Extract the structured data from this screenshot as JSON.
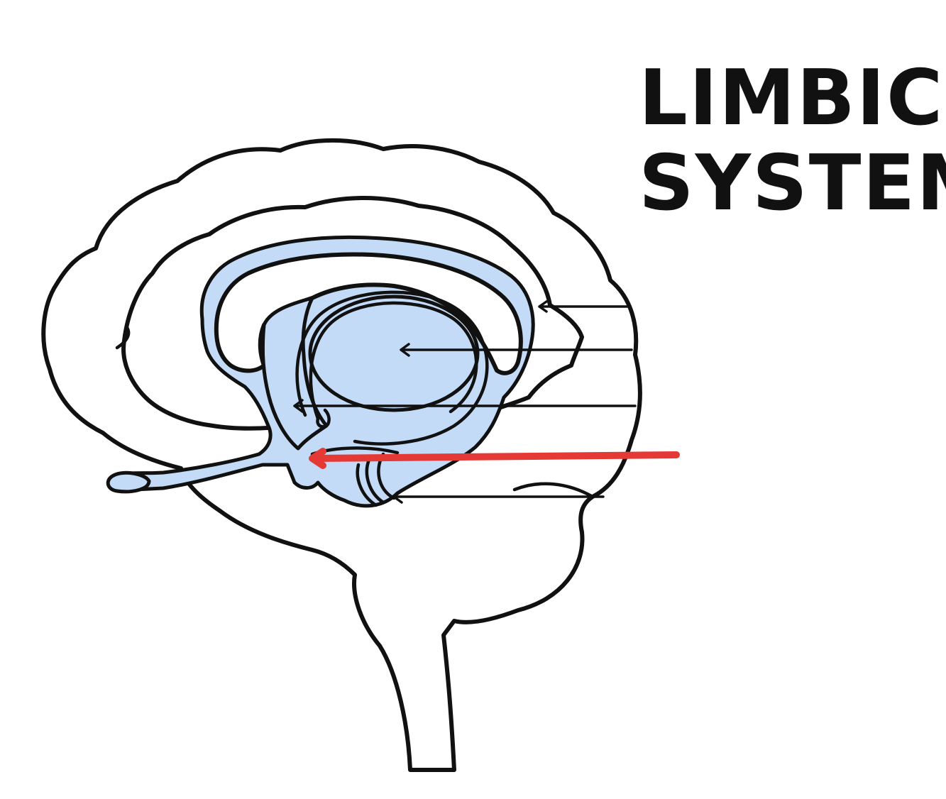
{
  "title": {
    "line1": "LIMBIC",
    "line2": "SYSTEM"
  },
  "colors": {
    "outline": "#111111",
    "limbic_fill": "#c4dbf7",
    "highlight_arrow": "#e53935",
    "background": "#ffffff"
  },
  "pointers": [
    {
      "id": "cingulate-gyrus",
      "highlighted": false
    },
    {
      "id": "thalamus",
      "highlighted": false
    },
    {
      "id": "hypothalamus",
      "highlighted": false
    },
    {
      "id": "amygdala",
      "highlighted": true
    },
    {
      "id": "hippocampus",
      "highlighted": false
    }
  ]
}
